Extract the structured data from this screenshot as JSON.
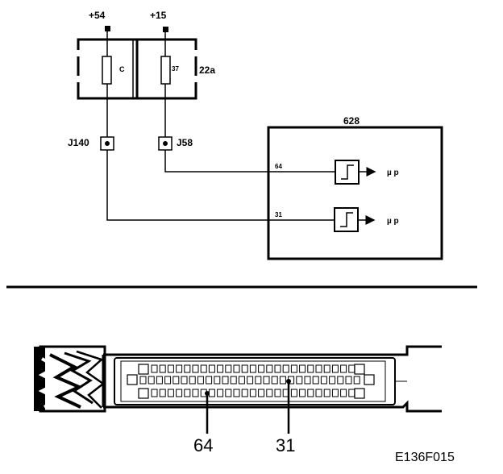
{
  "schematic": {
    "supply_left": "+54",
    "supply_right": "+15",
    "fuse_left_label": "C",
    "fuse_right_label": "37",
    "fuse_box_label": "22a",
    "junction_left": "J140",
    "junction_right": "J58",
    "ecu_label": "628",
    "pin_upper": "64",
    "pin_lower": "31",
    "output_upper": "µ p",
    "output_lower": "µ p"
  },
  "connector": {
    "pin_callout_left": "64",
    "pin_callout_right": "31"
  },
  "figure_code": "E136F015"
}
